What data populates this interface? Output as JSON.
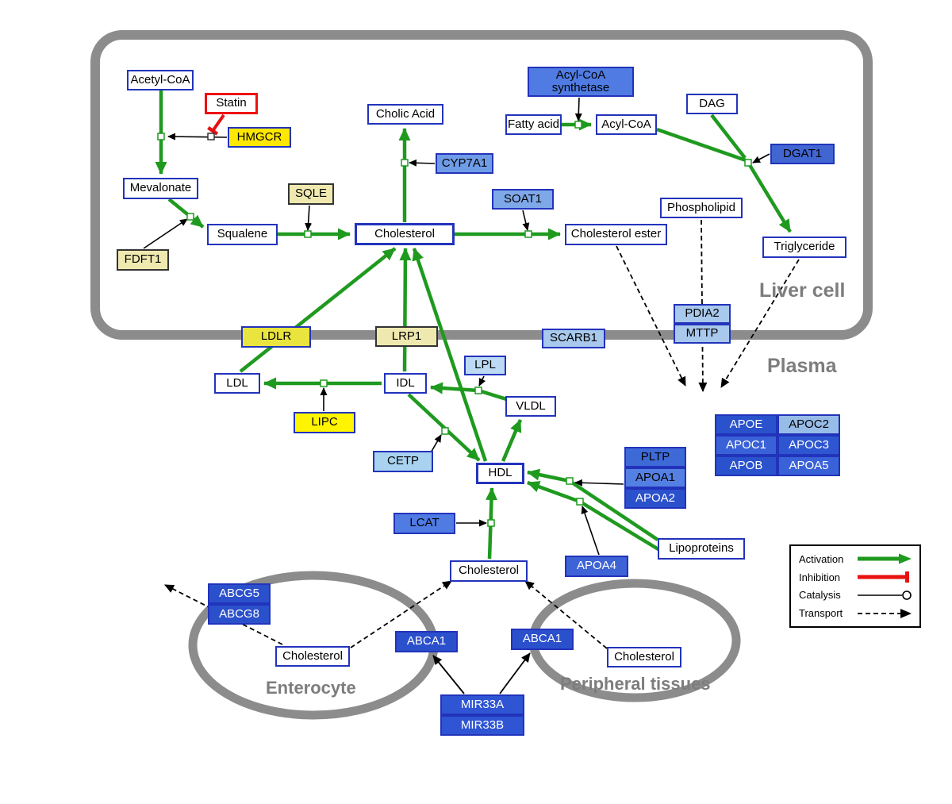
{
  "compartments": {
    "liver": {
      "label": "Liver cell"
    },
    "plasma": {
      "label": "Plasma"
    },
    "enterocyte": {
      "label": "Enterocyte"
    },
    "peripheral": {
      "label": "Peripheral tissues"
    }
  },
  "legend": {
    "items": [
      {
        "id": "activation",
        "label": "Activation"
      },
      {
        "id": "inhibition",
        "label": "Inhibition"
      },
      {
        "id": "catalysis",
        "label": "Catalysis"
      },
      {
        "id": "transport",
        "label": "Transport"
      }
    ]
  },
  "colors": {
    "activation": "#1f9a1f",
    "inhibition": "#e81010",
    "membrane": "#8c8c8c",
    "node_border": "#2233bb",
    "compartment_label": "#7d7d7d"
  },
  "nodes": [
    {
      "id": "acetyl_coa",
      "label": "Acetyl-CoA",
      "kind": "metabolite",
      "fill": "#ffffff"
    },
    {
      "id": "statin",
      "label": "Statin",
      "kind": "drug",
      "fill": "#ffffff",
      "border": "#ee1111",
      "bw": 3
    },
    {
      "id": "hmgcr",
      "label": "HMGCR",
      "kind": "gene",
      "fill": "#ffe800"
    },
    {
      "id": "mevalonate",
      "label": "Mevalonate",
      "kind": "metabolite",
      "fill": "#ffffff"
    },
    {
      "id": "fdft1",
      "label": "FDFT1",
      "kind": "gene",
      "fill": "#efe9b0",
      "border": "#333333"
    },
    {
      "id": "squalene",
      "label": "Squalene",
      "kind": "metabolite",
      "fill": "#ffffff"
    },
    {
      "id": "sqle",
      "label": "SQLE",
      "kind": "gene",
      "fill": "#efe9b0",
      "border": "#333333"
    },
    {
      "id": "cholesterol_liver",
      "label": "Cholesterol",
      "kind": "metabolite",
      "fill": "#ffffff",
      "bw": 3
    },
    {
      "id": "cholic_acid",
      "label": "Cholic Acid",
      "kind": "metabolite",
      "fill": "#ffffff"
    },
    {
      "id": "cyp7a1",
      "label": "CYP7A1",
      "kind": "gene",
      "fill": "#6f9ce6"
    },
    {
      "id": "soat1",
      "label": "SOAT1",
      "kind": "gene",
      "fill": "#7fa8e8"
    },
    {
      "id": "chol_ester",
      "label": "Cholesterol ester",
      "kind": "metabolite",
      "fill": "#ffffff"
    },
    {
      "id": "acyl_syn",
      "label": "Acyl-CoA synthetase",
      "kind": "gene",
      "fill": "#4f7be3"
    },
    {
      "id": "fatty_acid",
      "label": "Fatty acid",
      "kind": "metabolite",
      "fill": "#ffffff"
    },
    {
      "id": "acyl_coa2",
      "label": "Acyl-CoA",
      "kind": "metabolite",
      "fill": "#ffffff"
    },
    {
      "id": "dag",
      "label": "DAG",
      "kind": "metabolite",
      "fill": "#ffffff"
    },
    {
      "id": "dgat1",
      "label": "DGAT1",
      "kind": "gene",
      "fill": "#4166d2"
    },
    {
      "id": "phospholipid",
      "label": "Phospholipid",
      "kind": "metabolite",
      "fill": "#ffffff"
    },
    {
      "id": "triglyceride",
      "label": "Triglyceride",
      "kind": "metabolite",
      "fill": "#ffffff"
    },
    {
      "id": "pdia2",
      "label": "PDIA2",
      "kind": "gene",
      "fill": "#a8c8ec"
    },
    {
      "id": "mttp",
      "label": "MTTP",
      "kind": "gene",
      "fill": "#a8c8ec"
    },
    {
      "id": "scarb1",
      "label": "SCARB1",
      "kind": "gene",
      "fill": "#a8c8ec"
    },
    {
      "id": "ldlr",
      "label": "LDLR",
      "kind": "gene",
      "fill": "#e9e43e"
    },
    {
      "id": "lrp1",
      "label": "LRP1",
      "kind": "gene",
      "fill": "#efe9b0",
      "border": "#333333"
    },
    {
      "id": "ldl",
      "label": "LDL",
      "kind": "metabolite",
      "fill": "#ffffff"
    },
    {
      "id": "idl",
      "label": "IDL",
      "kind": "metabolite",
      "fill": "#ffffff"
    },
    {
      "id": "lpl",
      "label": "LPL",
      "kind": "gene",
      "fill": "#bcdaf4"
    },
    {
      "id": "vldl",
      "label": "VLDL",
      "kind": "metabolite",
      "fill": "#ffffff"
    },
    {
      "id": "lipc",
      "label": "LIPC",
      "kind": "gene",
      "fill": "#fff500"
    },
    {
      "id": "cetp",
      "label": "CETP",
      "kind": "gene",
      "fill": "#a8d2f0"
    },
    {
      "id": "hdl",
      "label": "HDL",
      "kind": "metabolite",
      "fill": "#ffffff",
      "bw": 3
    },
    {
      "id": "lcat",
      "label": "LCAT",
      "kind": "gene",
      "fill": "#4f7be3"
    },
    {
      "id": "pltp",
      "label": "PLTP",
      "kind": "gene",
      "fill": "#3e6ad8"
    },
    {
      "id": "apoa1",
      "label": "APOA1",
      "kind": "gene",
      "fill": "#5580e3"
    },
    {
      "id": "apoa2",
      "label": "APOA2",
      "kind": "gene",
      "fill": "#2b50cc",
      "text": "#ffffff"
    },
    {
      "id": "apoe",
      "label": "APOE",
      "kind": "gene",
      "fill": "#2952cc",
      "text": "#ffffff"
    },
    {
      "id": "apoc2",
      "label": "APOC2",
      "kind": "gene",
      "fill": "#98bce8"
    },
    {
      "id": "apoc1",
      "label": "APOC1",
      "kind": "gene",
      "fill": "#3a62d8",
      "text": "#ffffff"
    },
    {
      "id": "apoc3",
      "label": "APOC3",
      "kind": "gene",
      "fill": "#2e56d0",
      "text": "#ffffff"
    },
    {
      "id": "apob",
      "label": "APOB",
      "kind": "gene",
      "fill": "#2952cc",
      "text": "#ffffff"
    },
    {
      "id": "apoa5",
      "label": "APOA5",
      "kind": "gene",
      "fill": "#3a62d8",
      "text": "#ffffff"
    },
    {
      "id": "apoa4",
      "label": "APOA4",
      "kind": "gene",
      "fill": "#3e63d6",
      "text": "#ffffff"
    },
    {
      "id": "lipoproteins",
      "label": "Lipoproteins",
      "kind": "metabolite",
      "fill": "#ffffff"
    },
    {
      "id": "chol_plasma",
      "label": "Cholesterol",
      "kind": "metabolite",
      "fill": "#ffffff"
    },
    {
      "id": "abcg5",
      "label": "ABCG5",
      "kind": "gene",
      "fill": "#2b50cc",
      "text": "#ffffff"
    },
    {
      "id": "abcg8",
      "label": "ABCG8",
      "kind": "gene",
      "fill": "#2b50cc",
      "text": "#ffffff"
    },
    {
      "id": "chol_entero",
      "label": "Cholesterol",
      "kind": "metabolite",
      "fill": "#ffffff"
    },
    {
      "id": "abca1_a",
      "label": "ABCA1",
      "kind": "gene",
      "fill": "#2b50cc",
      "text": "#ffffff"
    },
    {
      "id": "abca1_b",
      "label": "ABCA1",
      "kind": "gene",
      "fill": "#2b50cc",
      "text": "#ffffff"
    },
    {
      "id": "chol_periph",
      "label": "Cholesterol",
      "kind": "metabolite",
      "fill": "#ffffff"
    },
    {
      "id": "mir33a",
      "label": "MIR33A",
      "kind": "gene",
      "fill": "#2f55d4",
      "text": "#ffffff"
    },
    {
      "id": "mir33b",
      "label": "MIR33B",
      "kind": "gene",
      "fill": "#2f55d4",
      "text": "#ffffff"
    }
  ],
  "edges": [
    {
      "id": "a1",
      "type": "activation",
      "from": "Acetyl-CoA",
      "to": "Mevalonate"
    },
    {
      "id": "a2",
      "type": "activation",
      "from": "Mevalonate",
      "to": "Squalene"
    },
    {
      "id": "a3",
      "type": "activation",
      "from": "Squalene",
      "to": "Cholesterol"
    },
    {
      "id": "a4",
      "type": "activation",
      "from": "Cholesterol",
      "to": "Cholic Acid"
    },
    {
      "id": "a5",
      "type": "activation",
      "from": "Cholesterol",
      "to": "Cholesterol ester"
    },
    {
      "id": "a6",
      "type": "activation",
      "from": "Fatty acid",
      "to": "Acyl-CoA"
    },
    {
      "id": "a7",
      "type": "activation-leg",
      "from": "Acyl-CoA",
      "to": "Triglyceride junction"
    },
    {
      "id": "a8",
      "type": "activation-leg",
      "from": "DAG",
      "to": "Triglyceride junction"
    },
    {
      "id": "a9",
      "type": "activation",
      "from": "Triglyceride junction",
      "to": "Triglyceride"
    },
    {
      "id": "a10",
      "type": "activation",
      "from": "LDL",
      "to": "Cholesterol"
    },
    {
      "id": "a11",
      "type": "activation",
      "from": "IDL",
      "to": "Cholesterol"
    },
    {
      "id": "a12",
      "type": "activation",
      "from": "HDL",
      "to": "Cholesterol"
    },
    {
      "id": "a13",
      "type": "activation",
      "from": "IDL",
      "to": "LDL"
    },
    {
      "id": "a14",
      "type": "activation",
      "from": "VLDL",
      "to": "IDL"
    },
    {
      "id": "a15",
      "type": "activation",
      "from": "IDL",
      "to": "HDL"
    },
    {
      "id": "a16",
      "type": "activation",
      "from": "HDL",
      "to": "VLDL"
    },
    {
      "id": "a17",
      "type": "activation",
      "from": "Lipoproteins",
      "to": "HDL"
    },
    {
      "id": "a18",
      "type": "activation",
      "from": "Lipoproteins",
      "to": "HDL"
    },
    {
      "id": "a19",
      "type": "activation",
      "from": "Cholesterol (plasma)",
      "to": "HDL"
    },
    {
      "id": "i1",
      "type": "inhibition",
      "from": "Statin",
      "to": "HMGCR catalysis"
    },
    {
      "id": "c1",
      "type": "catalysis",
      "from": "HMGCR",
      "to": "Acetyl-CoA to Mevalonate"
    },
    {
      "id": "c2",
      "type": "catalysis",
      "from": "FDFT1",
      "to": "Mevalonate to Squalene"
    },
    {
      "id": "c3",
      "type": "catalysis",
      "from": "SQLE",
      "to": "Squalene to Cholesterol"
    },
    {
      "id": "c4",
      "type": "catalysis",
      "from": "CYP7A1",
      "to": "Cholesterol to Cholic Acid"
    },
    {
      "id": "c5",
      "type": "catalysis",
      "from": "SOAT1",
      "to": "Cholesterol to Cholesterol ester"
    },
    {
      "id": "c6",
      "type": "catalysis",
      "from": "Acyl-CoA synthetase",
      "to": "Fatty acid to Acyl-CoA"
    },
    {
      "id": "c7",
      "type": "catalysis",
      "from": "DGAT1",
      "to": "Acyl-CoA / DAG to Triglyceride"
    },
    {
      "id": "c8",
      "type": "catalysis",
      "from": "LIPC",
      "to": "IDL to LDL"
    },
    {
      "id": "c9",
      "type": "catalysis",
      "from": "LPL",
      "to": "VLDL to IDL"
    },
    {
      "id": "c10",
      "type": "catalysis",
      "from": "CETP",
      "to": "IDL to HDL"
    },
    {
      "id": "c11",
      "type": "catalysis",
      "from": "LCAT",
      "to": "Cholesterol (plasma) to HDL"
    },
    {
      "id": "c12",
      "type": "catalysis",
      "from": "APOA1 / APOA2",
      "to": "Lipoproteins to HDL"
    },
    {
      "id": "c13",
      "type": "catalysis",
      "from": "APOA4",
      "to": "Lipoproteins to HDL"
    },
    {
      "id": "t1",
      "type": "transport",
      "from": "Cholesterol ester",
      "to": "plasma lipoproteins"
    },
    {
      "id": "t2",
      "type": "transport",
      "from": "Phospholipid",
      "to": "plasma lipoproteins"
    },
    {
      "id": "t3",
      "type": "transport",
      "from": "Triglyceride",
      "to": "plasma lipoproteins"
    },
    {
      "id": "t4",
      "type": "transport",
      "from": "Cholesterol (enterocyte)",
      "to": "extracellular via ABCG5/ABCG8"
    },
    {
      "id": "t5",
      "type": "transport",
      "from": "Cholesterol (enterocyte)",
      "to": "Cholesterol (plasma)"
    },
    {
      "id": "t6",
      "type": "transport",
      "from": "Cholesterol (peripheral tissues)",
      "to": "Cholesterol (plasma)"
    },
    {
      "id": "b1",
      "type": "regulation",
      "from": "MIR33A / MIR33B",
      "to": "ABCA1 (enterocyte)"
    },
    {
      "id": "b2",
      "type": "regulation",
      "from": "MIR33A / MIR33B",
      "to": "ABCA1 (peripheral tissues)"
    }
  ]
}
